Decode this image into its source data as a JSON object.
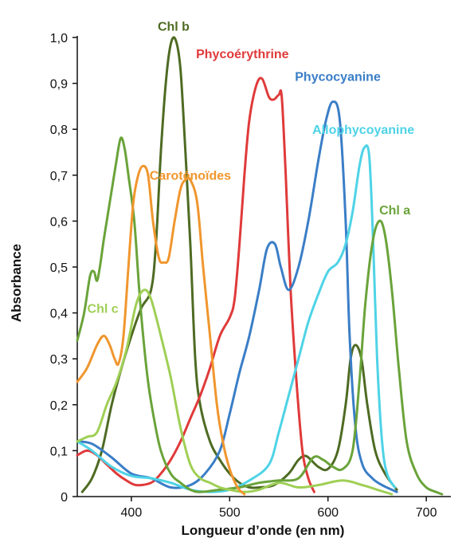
{
  "chart_data": {
    "type": "line",
    "xlabel": "Longueur d’onde (en nm)",
    "ylabel": "Absorbance",
    "xlim": [
      345,
      725
    ],
    "ylim": [
      0,
      1.0
    ],
    "x_ticks": [
      400,
      500,
      600,
      700
    ],
    "y_ticks": [
      0,
      0.1,
      0.2,
      0.3,
      0.4,
      0.5,
      0.6,
      0.7,
      0.8,
      0.9,
      1.0
    ],
    "y_tick_labels": [
      "0",
      "0,1",
      "0,2",
      "0,3",
      "0,4",
      "0,5",
      "0,6",
      "0,7",
      "0,8",
      "0,9",
      "1,0"
    ],
    "grid": false,
    "series": [
      {
        "name": "Chl b",
        "color": "#4e6b23",
        "label_at": [
          443,
          1.015
        ],
        "points": [
          [
            350,
            0.01
          ],
          [
            360,
            0.04
          ],
          [
            370,
            0.1
          ],
          [
            380,
            0.2
          ],
          [
            390,
            0.28
          ],
          [
            400,
            0.35
          ],
          [
            410,
            0.41
          ],
          [
            420,
            0.45
          ],
          [
            425,
            0.55
          ],
          [
            430,
            0.75
          ],
          [
            435,
            0.9
          ],
          [
            440,
            0.985
          ],
          [
            445,
            0.995
          ],
          [
            450,
            0.93
          ],
          [
            455,
            0.75
          ],
          [
            460,
            0.55
          ],
          [
            465,
            0.3
          ],
          [
            470,
            0.2
          ],
          [
            480,
            0.12
          ],
          [
            490,
            0.08
          ],
          [
            500,
            0.05
          ],
          [
            510,
            0.03
          ],
          [
            520,
            0.02
          ],
          [
            530,
            0.02
          ],
          [
            545,
            0.025
          ],
          [
            560,
            0.05
          ],
          [
            570,
            0.08
          ],
          [
            578,
            0.088
          ],
          [
            590,
            0.065
          ],
          [
            600,
            0.06
          ],
          [
            610,
            0.1
          ],
          [
            618,
            0.2
          ],
          [
            623,
            0.3
          ],
          [
            628,
            0.33
          ],
          [
            634,
            0.3
          ],
          [
            640,
            0.2
          ],
          [
            648,
            0.1
          ],
          [
            658,
            0.05
          ],
          [
            670,
            0.015
          ]
        ]
      },
      {
        "name": "Phycoérythrine",
        "color": "#e03a3a",
        "label_at": [
          513,
          0.955
        ],
        "points": [
          [
            345,
            0.09
          ],
          [
            355,
            0.1
          ],
          [
            365,
            0.09
          ],
          [
            375,
            0.07
          ],
          [
            385,
            0.05
          ],
          [
            395,
            0.035
          ],
          [
            405,
            0.025
          ],
          [
            420,
            0.03
          ],
          [
            430,
            0.05
          ],
          [
            440,
            0.08
          ],
          [
            450,
            0.12
          ],
          [
            460,
            0.17
          ],
          [
            470,
            0.22
          ],
          [
            480,
            0.28
          ],
          [
            490,
            0.35
          ],
          [
            500,
            0.39
          ],
          [
            505,
            0.43
          ],
          [
            510,
            0.55
          ],
          [
            515,
            0.7
          ],
          [
            520,
            0.82
          ],
          [
            527,
            0.895
          ],
          [
            533,
            0.91
          ],
          [
            540,
            0.87
          ],
          [
            545,
            0.865
          ],
          [
            550,
            0.875
          ],
          [
            553,
            0.87
          ],
          [
            557,
            0.7
          ],
          [
            562,
            0.45
          ],
          [
            568,
            0.25
          ],
          [
            574,
            0.1
          ],
          [
            580,
            0.04
          ],
          [
            586,
            0.01
          ]
        ]
      },
      {
        "name": "Phycocyanine",
        "color": "#3a7ec7",
        "label_at": [
          610,
          0.905
        ],
        "points": [
          [
            345,
            0.12
          ],
          [
            360,
            0.115
          ],
          [
            380,
            0.085
          ],
          [
            400,
            0.05
          ],
          [
            420,
            0.04
          ],
          [
            440,
            0.02
          ],
          [
            460,
            0.025
          ],
          [
            475,
            0.05
          ],
          [
            490,
            0.1
          ],
          [
            500,
            0.18
          ],
          [
            510,
            0.27
          ],
          [
            520,
            0.35
          ],
          [
            530,
            0.45
          ],
          [
            538,
            0.54
          ],
          [
            546,
            0.55
          ],
          [
            552,
            0.5
          ],
          [
            560,
            0.45
          ],
          [
            570,
            0.5
          ],
          [
            580,
            0.6
          ],
          [
            590,
            0.73
          ],
          [
            598,
            0.82
          ],
          [
            605,
            0.86
          ],
          [
            612,
            0.82
          ],
          [
            618,
            0.6
          ],
          [
            622,
            0.35
          ],
          [
            628,
            0.15
          ],
          [
            635,
            0.07
          ],
          [
            645,
            0.04
          ],
          [
            655,
            0.025
          ],
          [
            670,
            0.01
          ]
        ]
      },
      {
        "name": "Allophycoyanine",
        "color": "#4ed3e6",
        "label_at": [
          636,
          0.79
        ],
        "points": [
          [
            345,
            0.12
          ],
          [
            360,
            0.1
          ],
          [
            380,
            0.065
          ],
          [
            400,
            0.045
          ],
          [
            420,
            0.04
          ],
          [
            440,
            0.03
          ],
          [
            460,
            0.015
          ],
          [
            480,
            0.01
          ],
          [
            500,
            0.015
          ],
          [
            520,
            0.035
          ],
          [
            540,
            0.07
          ],
          [
            550,
            0.14
          ],
          [
            560,
            0.22
          ],
          [
            570,
            0.3
          ],
          [
            580,
            0.38
          ],
          [
            590,
            0.44
          ],
          [
            600,
            0.49
          ],
          [
            610,
            0.51
          ],
          [
            618,
            0.55
          ],
          [
            625,
            0.62
          ],
          [
            632,
            0.72
          ],
          [
            637,
            0.76
          ],
          [
            642,
            0.74
          ],
          [
            646,
            0.55
          ],
          [
            650,
            0.3
          ],
          [
            655,
            0.12
          ],
          [
            660,
            0.05
          ],
          [
            668,
            0.02
          ]
        ]
      },
      {
        "name": "Chl a",
        "color": "#6aa33a",
        "label_at": [
          668,
          0.615
        ],
        "points": [
          [
            345,
            0.34
          ],
          [
            352,
            0.4
          ],
          [
            358,
            0.48
          ],
          [
            362,
            0.49
          ],
          [
            365,
            0.47
          ],
          [
            368,
            0.5
          ],
          [
            372,
            0.56
          ],
          [
            378,
            0.64
          ],
          [
            384,
            0.72
          ],
          [
            389,
            0.78
          ],
          [
            393,
            0.76
          ],
          [
            397,
            0.7
          ],
          [
            403,
            0.6
          ],
          [
            408,
            0.45
          ],
          [
            412,
            0.35
          ],
          [
            417,
            0.25
          ],
          [
            423,
            0.17
          ],
          [
            430,
            0.1
          ],
          [
            440,
            0.05
          ],
          [
            450,
            0.03
          ],
          [
            460,
            0.015
          ],
          [
            470,
            0.01
          ],
          [
            490,
            0.015
          ],
          [
            510,
            0.02
          ],
          [
            530,
            0.03
          ],
          [
            550,
            0.035
          ],
          [
            570,
            0.04
          ],
          [
            585,
            0.085
          ],
          [
            595,
            0.08
          ],
          [
            605,
            0.065
          ],
          [
            615,
            0.06
          ],
          [
            625,
            0.1
          ],
          [
            632,
            0.25
          ],
          [
            638,
            0.42
          ],
          [
            645,
            0.55
          ],
          [
            652,
            0.6
          ],
          [
            658,
            0.57
          ],
          [
            665,
            0.45
          ],
          [
            672,
            0.28
          ],
          [
            680,
            0.12
          ],
          [
            690,
            0.05
          ],
          [
            700,
            0.02
          ],
          [
            710,
            0.01
          ],
          [
            716,
            0.005
          ]
        ]
      },
      {
        "name": "Chl c",
        "color": "#9fcf55",
        "label_at": [
          371,
          0.4
        ],
        "points": [
          [
            345,
            0.12
          ],
          [
            355,
            0.13
          ],
          [
            365,
            0.14
          ],
          [
            375,
            0.2
          ],
          [
            385,
            0.25
          ],
          [
            395,
            0.32
          ],
          [
            405,
            0.42
          ],
          [
            413,
            0.45
          ],
          [
            420,
            0.43
          ],
          [
            430,
            0.35
          ],
          [
            440,
            0.26
          ],
          [
            450,
            0.15
          ],
          [
            460,
            0.07
          ],
          [
            470,
            0.04
          ],
          [
            480,
            0.03
          ],
          [
            490,
            0.02
          ],
          [
            500,
            0.015
          ],
          [
            515,
            0.01
          ],
          [
            530,
            0.015
          ],
          [
            550,
            0.03
          ],
          [
            570,
            0.02
          ],
          [
            590,
            0.025
          ],
          [
            615,
            0.035
          ],
          [
            635,
            0.025
          ],
          [
            650,
            0.015
          ],
          [
            665,
            0.005
          ]
        ]
      },
      {
        "name": "Caroténoïdes",
        "color": "#f0962e",
        "label_at": [
          460,
          0.69
        ],
        "points": [
          [
            345,
            0.25
          ],
          [
            355,
            0.28
          ],
          [
            365,
            0.33
          ],
          [
            372,
            0.35
          ],
          [
            378,
            0.33
          ],
          [
            383,
            0.3
          ],
          [
            387,
            0.29
          ],
          [
            392,
            0.35
          ],
          [
            397,
            0.5
          ],
          [
            402,
            0.64
          ],
          [
            407,
            0.7
          ],
          [
            412,
            0.72
          ],
          [
            417,
            0.7
          ],
          [
            422,
            0.6
          ],
          [
            428,
            0.52
          ],
          [
            433,
            0.51
          ],
          [
            438,
            0.52
          ],
          [
            444,
            0.6
          ],
          [
            450,
            0.67
          ],
          [
            455,
            0.69
          ],
          [
            460,
            0.69
          ],
          [
            467,
            0.64
          ],
          [
            473,
            0.5
          ],
          [
            480,
            0.35
          ],
          [
            487,
            0.2
          ],
          [
            493,
            0.12
          ],
          [
            500,
            0.06
          ],
          [
            508,
            0.02
          ],
          [
            515,
            0.005
          ]
        ]
      }
    ]
  }
}
